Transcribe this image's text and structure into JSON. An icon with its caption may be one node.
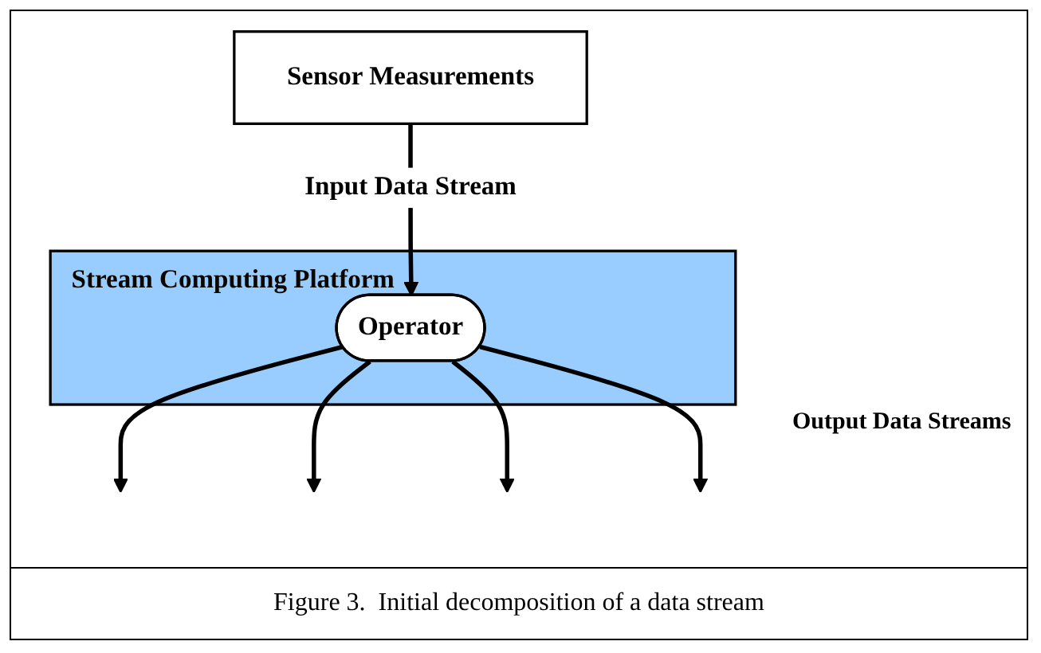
{
  "diagram": {
    "caption": "Figure 3.  Initial decomposition of a data stream",
    "nodes": [
      {
        "text": [
          "Sensor Measurements"
        ]
      },
      {
        "text": [
          "Stream Computing Platform"
        ]
      },
      {
        "text": [
          "Operator"
        ],
        "in": 1
      }
    ],
    "edges": [
      {
        "from": 0,
        "to": 2,
        "arrow": "to",
        "label": "Input Data Stream"
      },
      {
        "from": 2,
        "to": null,
        "arrow": "to"
      },
      {
        "from": 2,
        "to": null,
        "arrow": "to"
      },
      {
        "from": 2,
        "to": null,
        "arrow": "to"
      },
      {
        "from": 2,
        "to": null,
        "arrow": "to"
      }
    ],
    "labels": [
      "Output Data Streams"
    ]
  }
}
